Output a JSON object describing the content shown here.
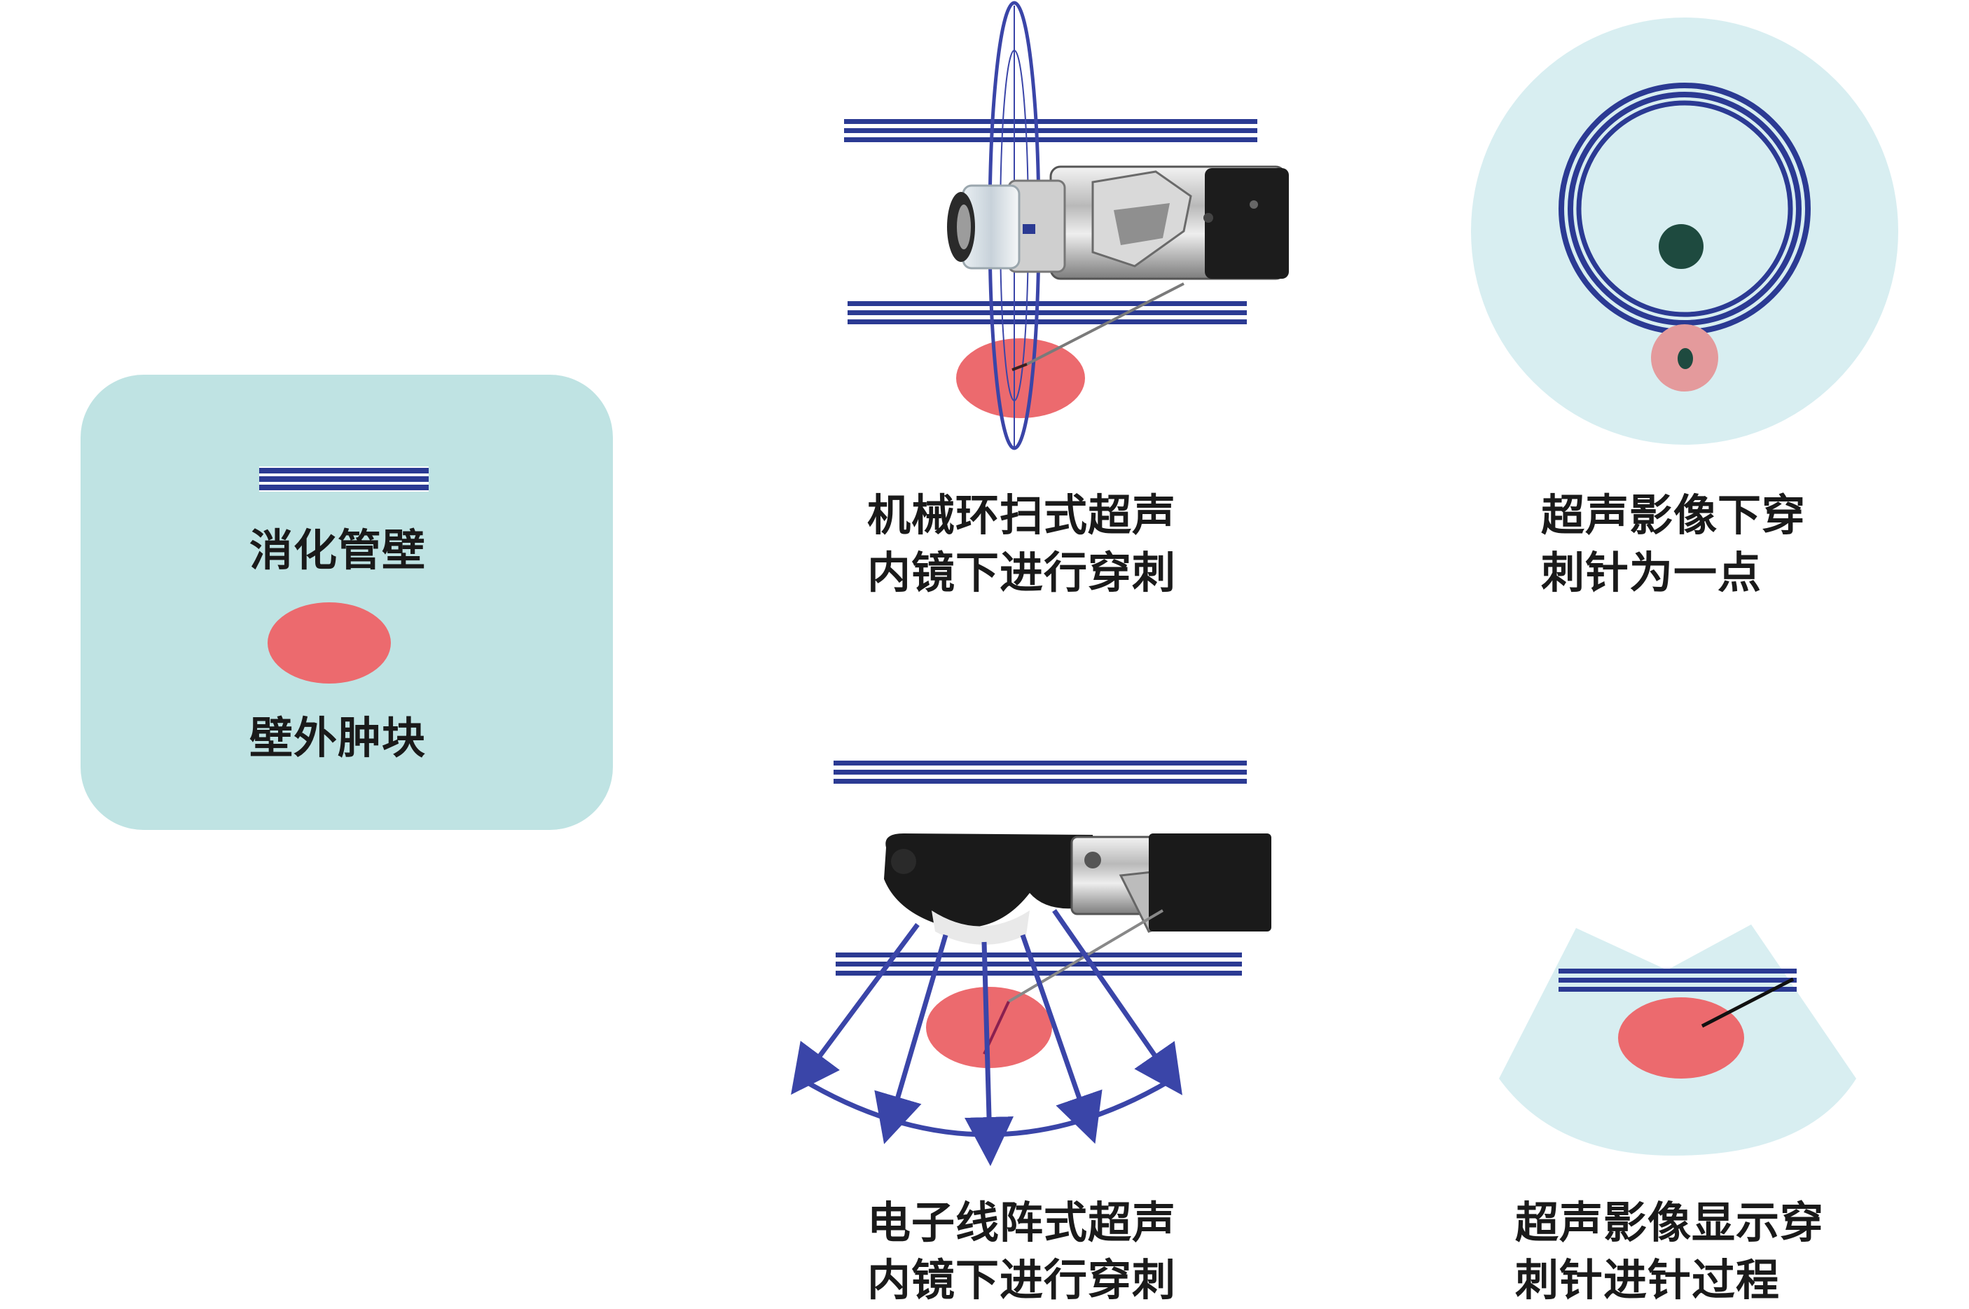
{
  "legend": {
    "wall_label": "消化管壁",
    "mass_label": "壁外肿块"
  },
  "panels": {
    "radial_scope": {
      "line1": "机械环扫式超声",
      "line2": "内镜下进行穿刺"
    },
    "radial_image": {
      "line1": "超声影像下穿",
      "line2": "刺针为一点"
    },
    "linear_scope": {
      "line1": "电子线阵式超声",
      "line2": "内镜下进行穿刺"
    },
    "linear_image": {
      "line1": "超声影像显示穿",
      "line2": "刺针进针过程"
    }
  },
  "colors": {
    "legend_bg": "#bfe3e3",
    "image_bg": "#d8eef1",
    "wall": "#2b3a93",
    "scan": "#3a45a8",
    "mass": "#ec6a6e",
    "mass_halo": "#e49a9c",
    "needle_dot": "#1e4a3f"
  }
}
